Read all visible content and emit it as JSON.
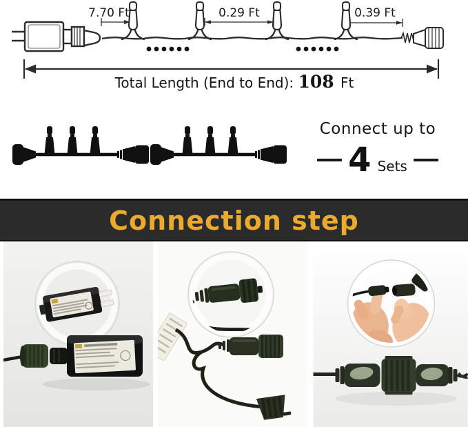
{
  "diagram": {
    "dim_lead_label": "7.70 Ft",
    "dim_spacing_label": "0.29 Ft",
    "dim_end_label": "0.39 Ft",
    "total_label": "Total Length (End to End):",
    "total_value": "108",
    "total_unit": "Ft"
  },
  "connect": {
    "heading": "Connect up to",
    "sets_number": "4",
    "sets_label": "Sets"
  },
  "banner": {
    "title": "Connection step",
    "background": "#2b2b2b",
    "color": "#ebaa2e"
  },
  "photos": {
    "panel1_name": "adapter-to-string-connection-photo",
    "panel2_name": "string-end-connector-with-cap-photo",
    "panel3_name": "hands-joining-two-connectors-photo"
  }
}
